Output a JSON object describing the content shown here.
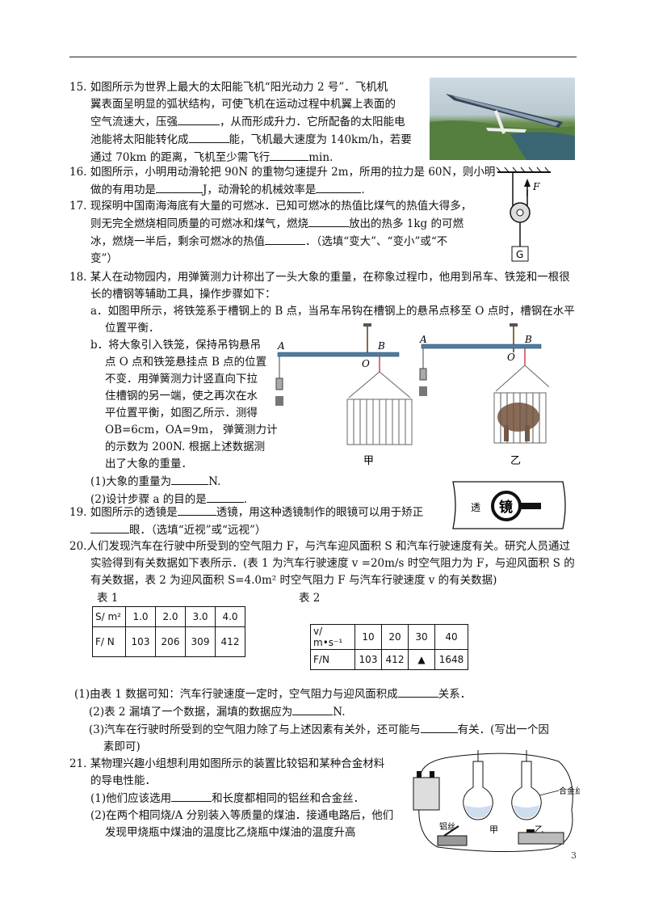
{
  "q15": {
    "num": "15.",
    "l1": "如图所示为世界上最大的太阳能飞机“阳光动力 2 号”．飞机机",
    "l2": "翼表面呈明显的弧状结构，可使飞机在运动过程中机翼上表面的",
    "l3a": "空气流速大，压强",
    "l3b": "，从而形成升力．它所配备的太阳能电",
    "l4a": "池能将太阳能转化成",
    "l4b": "能，飞机最大速度为 140km/h，若要",
    "l5a": "通过 70km 的距离，飞机至少需飞行",
    "l5b": "min."
  },
  "q16": {
    "num": "16.",
    "l1": "如图所示，小明用动滑轮把 90N 的重物匀速提升 2m，所用的拉力是 60N，则小明",
    "l2a": "做的有用功是",
    "l2b": "J，动滑轮的机械效率是",
    "l2c": ".",
    "fig_F": "F",
    "fig_G": "G"
  },
  "q17": {
    "num": "17.",
    "l1": "现探明中国南海海底有大量的可燃冰．已知可燃冰的热值比煤气的热值大得多，",
    "l2a": "则无完全燃烧相同质量的可燃冰和煤气，燃烧",
    "l2b": "放出的热多 1kg 的可燃",
    "l3a": "冰，燃烧一半后，剩余可燃冰的热值",
    "l3b": "．（选填“变大”、“变小”或“不",
    "l4": "变”）"
  },
  "q18": {
    "num": "18.",
    "l1": "某人在动物园内，用弹簧测力计称出了一头大象的重量，在称象过程巾，他用到吊车、铁笼和一根很",
    "l2": "长的槽钢等辅助工具，操作步骤如下：",
    "a1": "a．如图甲所示，将铁笼系于槽钢上的 B 点，当吊车吊钩在槽钢上的悬吊点移至 O 点时，槽钢在水平",
    "a2": "位置平衡．",
    "b1": "b．将大象引入铁笼，保持吊钩悬吊",
    "b2": "点 O 点和铁笼悬挂点 B 点的位置",
    "b3": "不变．用弹簧测力计竖直向下拉",
    "b4": "住槽钢的另一端，使之再次在水",
    "b5": "平位置平衡，如图乙所示．测得",
    "b6": "OB=6cm，OA=9m， 弹簧测力计",
    "b7": "的示数为 200N. 根据上述数据测",
    "b8": "出了大象的重量．",
    "s1a": "(1)大象的重量为",
    "s1b": "N.",
    "s2a": "(2)设计步骤 a 的目的是",
    "s2b": ".",
    "fig_A": "A",
    "fig_B": "B",
    "fig_O": "O",
    "cap_jia": "甲",
    "cap_yi": "乙"
  },
  "q19": {
    "num": "19.",
    "l1a": "如图所示的透镜是",
    "l1b": "透镜，用这种透镜制作的眼镜可以用于矫正",
    "l2a": "",
    "l2b": "眼．（选填“近视”或“远视”）",
    "fig_text1": "透",
    "fig_text2": "镜"
  },
  "q20": {
    "num": "20.",
    "l1": "人们发现汽车在行驶中所受到的空气阻力 F，与汽车迎风面积 S 和汽车行驶速度有关。研究人员通过",
    "l2": "实验得到有关数据如下表所示．(表 1 为汽车行驶速度 v =20m/s 时空气阻力为 F，与迎风面积 S 的",
    "l3": "有关数据，表 2 为迎风面积 S=4.0m² 时空气阻力 F 与汽车行驶速度 v 的有关数据)",
    "t1_title": "表 1",
    "t2_title": "表 2",
    "t1_h": "S/ m²",
    "t1_r": "F/ N",
    "t1_s": [
      "1.0",
      "2.0",
      "3.0",
      "4.0"
    ],
    "t1_f": [
      "103",
      "206",
      "309",
      "412"
    ],
    "t2_h": "v/ m•s⁻¹",
    "t2_r": "F/N",
    "t2_v": [
      "10",
      "20",
      "30",
      "40"
    ],
    "t2_f": [
      "103",
      "412",
      "▲",
      "1648"
    ],
    "s1a": "(1)由表 1 数据可知：汽车行驶速度一定时，空气阻力与迎风面积成",
    "s1b": "关系．",
    "s2a": "(2)表 2 漏填了一个数据，漏填的数据应为",
    "s2b": "N.",
    "s3a": "(3)汽车在行驶时所受到的空气阻力除了与上述因素有关外，还可能与",
    "s3b": "有关．(写出一个因",
    "s3c": "素即可)"
  },
  "q21": {
    "num": "21.",
    "l1": "某物理兴趣小组想利用如图所示的装置比较铝和某种合金材料",
    "l2": "的导电性能．",
    "s1a": "(1)他们应该选用",
    "s1b": "和长度都相同的铝丝和合金丝．",
    "s2a": "(2)在两个相同烧/A 分别装入等质量的煤油．接通电路后，他们",
    "s2b": "发现甲烧瓶中煤油的温度比乙烧瓶中煤油的温度升高",
    "fig_alloy": "合金丝",
    "fig_al": "铝丝",
    "fig_jia": "甲",
    "fig_yi": "乙"
  },
  "page_number": "3"
}
